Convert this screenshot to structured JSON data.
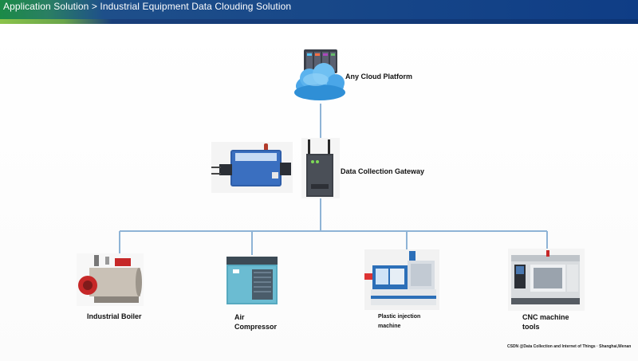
{
  "header": {
    "title": "Application Solution > Industrial Equipment Data Clouding Solution"
  },
  "cloud": {
    "label": "Any Cloud Platform"
  },
  "gateway": {
    "label": "Data Collection Gateway"
  },
  "devices": [
    {
      "label": "Industrial Boiler"
    },
    {
      "label_lines": [
        "Air",
        "Compressor"
      ]
    },
    {
      "label_lines": [
        "Plastic injection",
        "machine"
      ]
    },
    {
      "label_lines": [
        "CNC machine",
        "tools"
      ]
    }
  ],
  "footer": {
    "note": "CSDN @Data Collection and Internet of Things · Shanghai,Wenan"
  },
  "colors": {
    "connector": "#8fb4d6",
    "header": "#0f3d86",
    "accent_green": "#8bc34a"
  }
}
